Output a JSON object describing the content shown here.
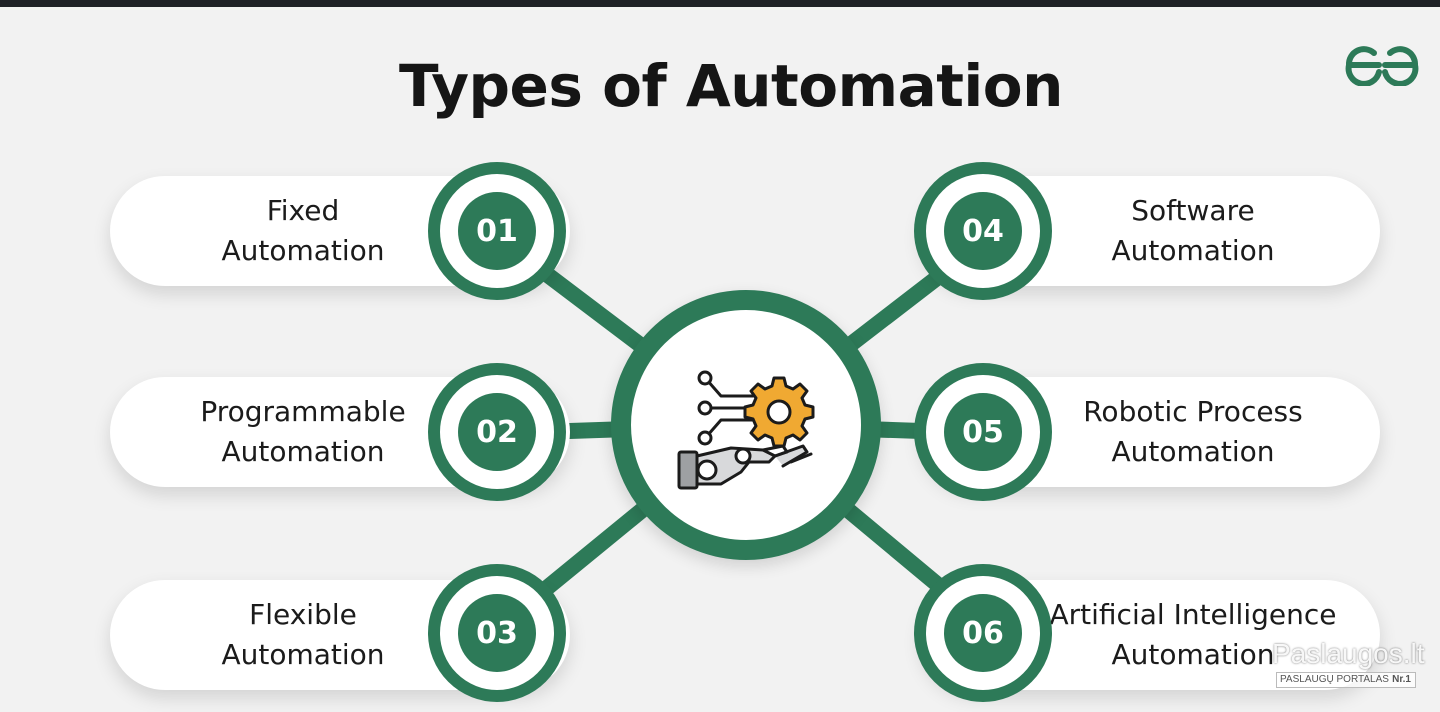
{
  "title": "Types of Automation",
  "colors": {
    "accent": "#2d7a58",
    "gear": "#f0a932",
    "background": "#f2f2f2"
  },
  "logo": {
    "icon": "geeksforgeeks-logo-icon"
  },
  "hub": {
    "icon": "robotic-hand-gear-icon"
  },
  "items": [
    {
      "number": "01",
      "label": "Fixed\nAutomation"
    },
    {
      "number": "02",
      "label": "Programmable\nAutomation"
    },
    {
      "number": "03",
      "label": "Flexible\nAutomation"
    },
    {
      "number": "04",
      "label": "Software\nAutomation"
    },
    {
      "number": "05",
      "label": "Robotic Process\nAutomation"
    },
    {
      "number": "06",
      "label": "Artificial Intelligence\nAutomation"
    }
  ],
  "watermark": {
    "text": "Paslaugos.lt",
    "subtext": "PASLAUGŲ PORTALAS",
    "badge": "Nr.1"
  }
}
